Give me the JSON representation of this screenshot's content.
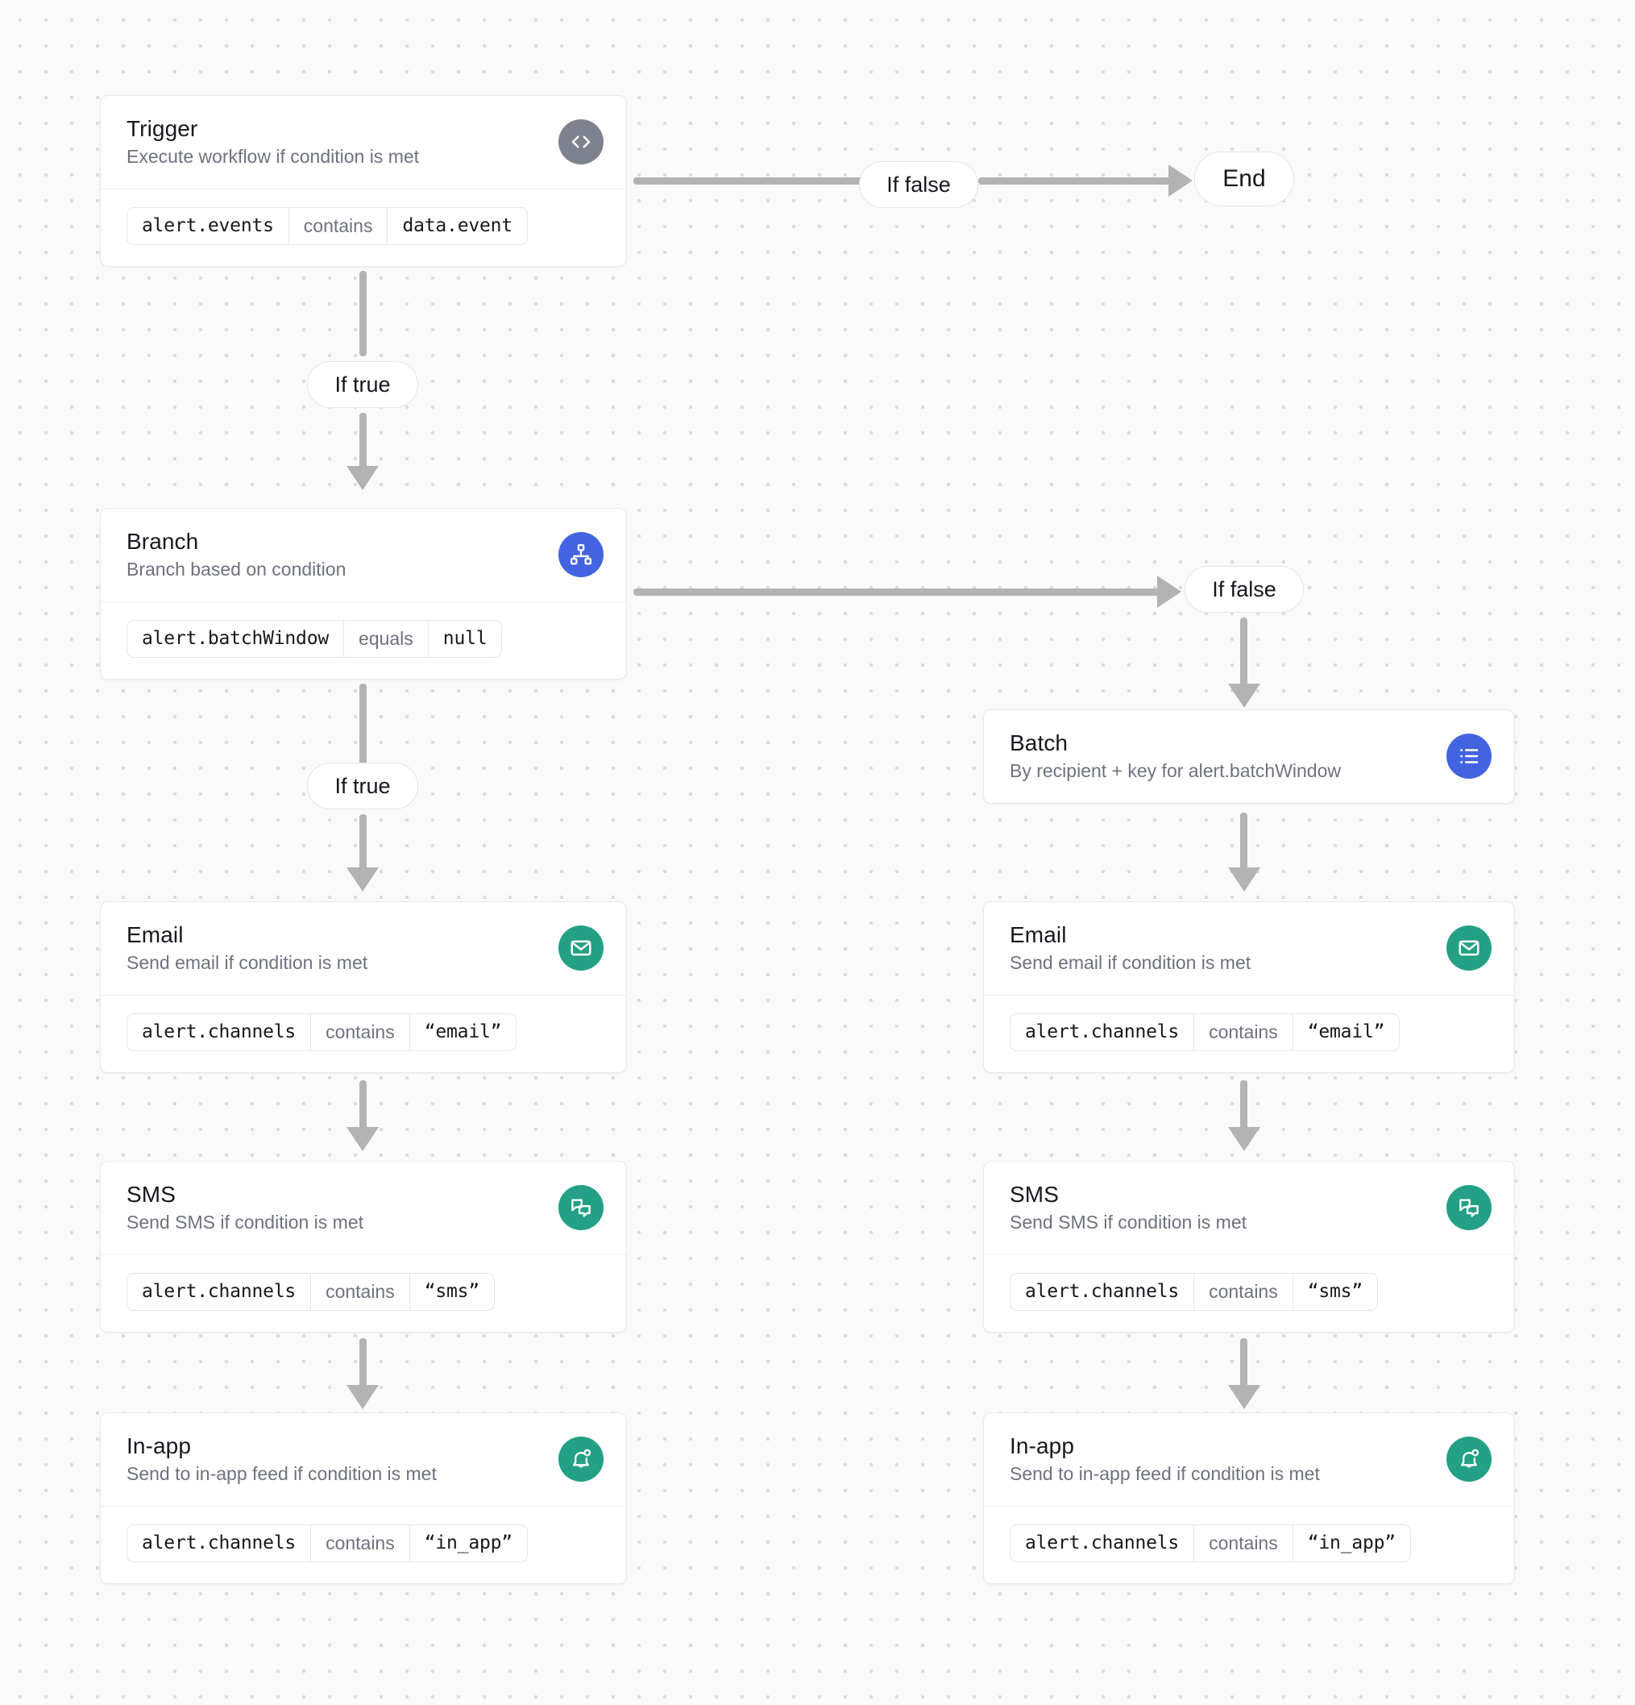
{
  "canvas": {
    "background_color": "#fafafa",
    "dot_color": "#dcdce0",
    "connector_color": "#b3b3b3"
  },
  "colors": {
    "trigger_badge": "#7e828e",
    "branch_badge": "#4264e0",
    "batch_badge": "#4264e0",
    "channel_badge": "#23a085",
    "card_border": "#e9e9ec",
    "title_text": "#16181d",
    "sub_text": "#6e727e"
  },
  "nodes": {
    "trigger": {
      "title": "Trigger",
      "subtitle": "Execute workflow if condition is met",
      "icon": "code-brackets-icon",
      "condition": {
        "field": "alert.events",
        "operator": "contains",
        "value": "data.event"
      }
    },
    "branch": {
      "title": "Branch",
      "subtitle": "Branch based on condition",
      "icon": "sitemap-icon",
      "condition": {
        "field": "alert.batchWindow",
        "operator": "equals",
        "value": "null"
      }
    },
    "batch": {
      "title": "Batch",
      "subtitle": "By recipient + key for alert.batchWindow",
      "icon": "list-icon"
    },
    "email_left": {
      "title": "Email",
      "subtitle": "Send email if condition is met",
      "icon": "envelope-icon",
      "condition": {
        "field": "alert.channels",
        "operator": "contains",
        "value": "“email”"
      }
    },
    "sms_left": {
      "title": "SMS",
      "subtitle": "Send SMS if condition is met",
      "icon": "chat-bubbles-icon",
      "condition": {
        "field": "alert.channels",
        "operator": "contains",
        "value": "“sms”"
      }
    },
    "inapp_left": {
      "title": "In-app",
      "subtitle": "Send to in-app feed if condition is met",
      "icon": "bell-icon",
      "condition": {
        "field": "alert.channels",
        "operator": "contains",
        "value": "“in_app”"
      }
    },
    "email_right": {
      "title": "Email",
      "subtitle": "Send email if condition is met",
      "icon": "envelope-icon",
      "condition": {
        "field": "alert.channels",
        "operator": "contains",
        "value": "“email”"
      }
    },
    "sms_right": {
      "title": "SMS",
      "subtitle": "Send SMS if condition is met",
      "icon": "chat-bubbles-icon",
      "condition": {
        "field": "alert.channels",
        "operator": "contains",
        "value": "“sms”"
      }
    },
    "inapp_right": {
      "title": "In-app",
      "subtitle": "Send to in-app feed if condition is met",
      "icon": "bell-icon",
      "condition": {
        "field": "alert.channels",
        "operator": "contains",
        "value": "“in_app”"
      }
    }
  },
  "edges": {
    "trigger_false": "If false",
    "trigger_true": "If true",
    "branch_false": "If false",
    "branch_true": "If true",
    "end": "End"
  }
}
